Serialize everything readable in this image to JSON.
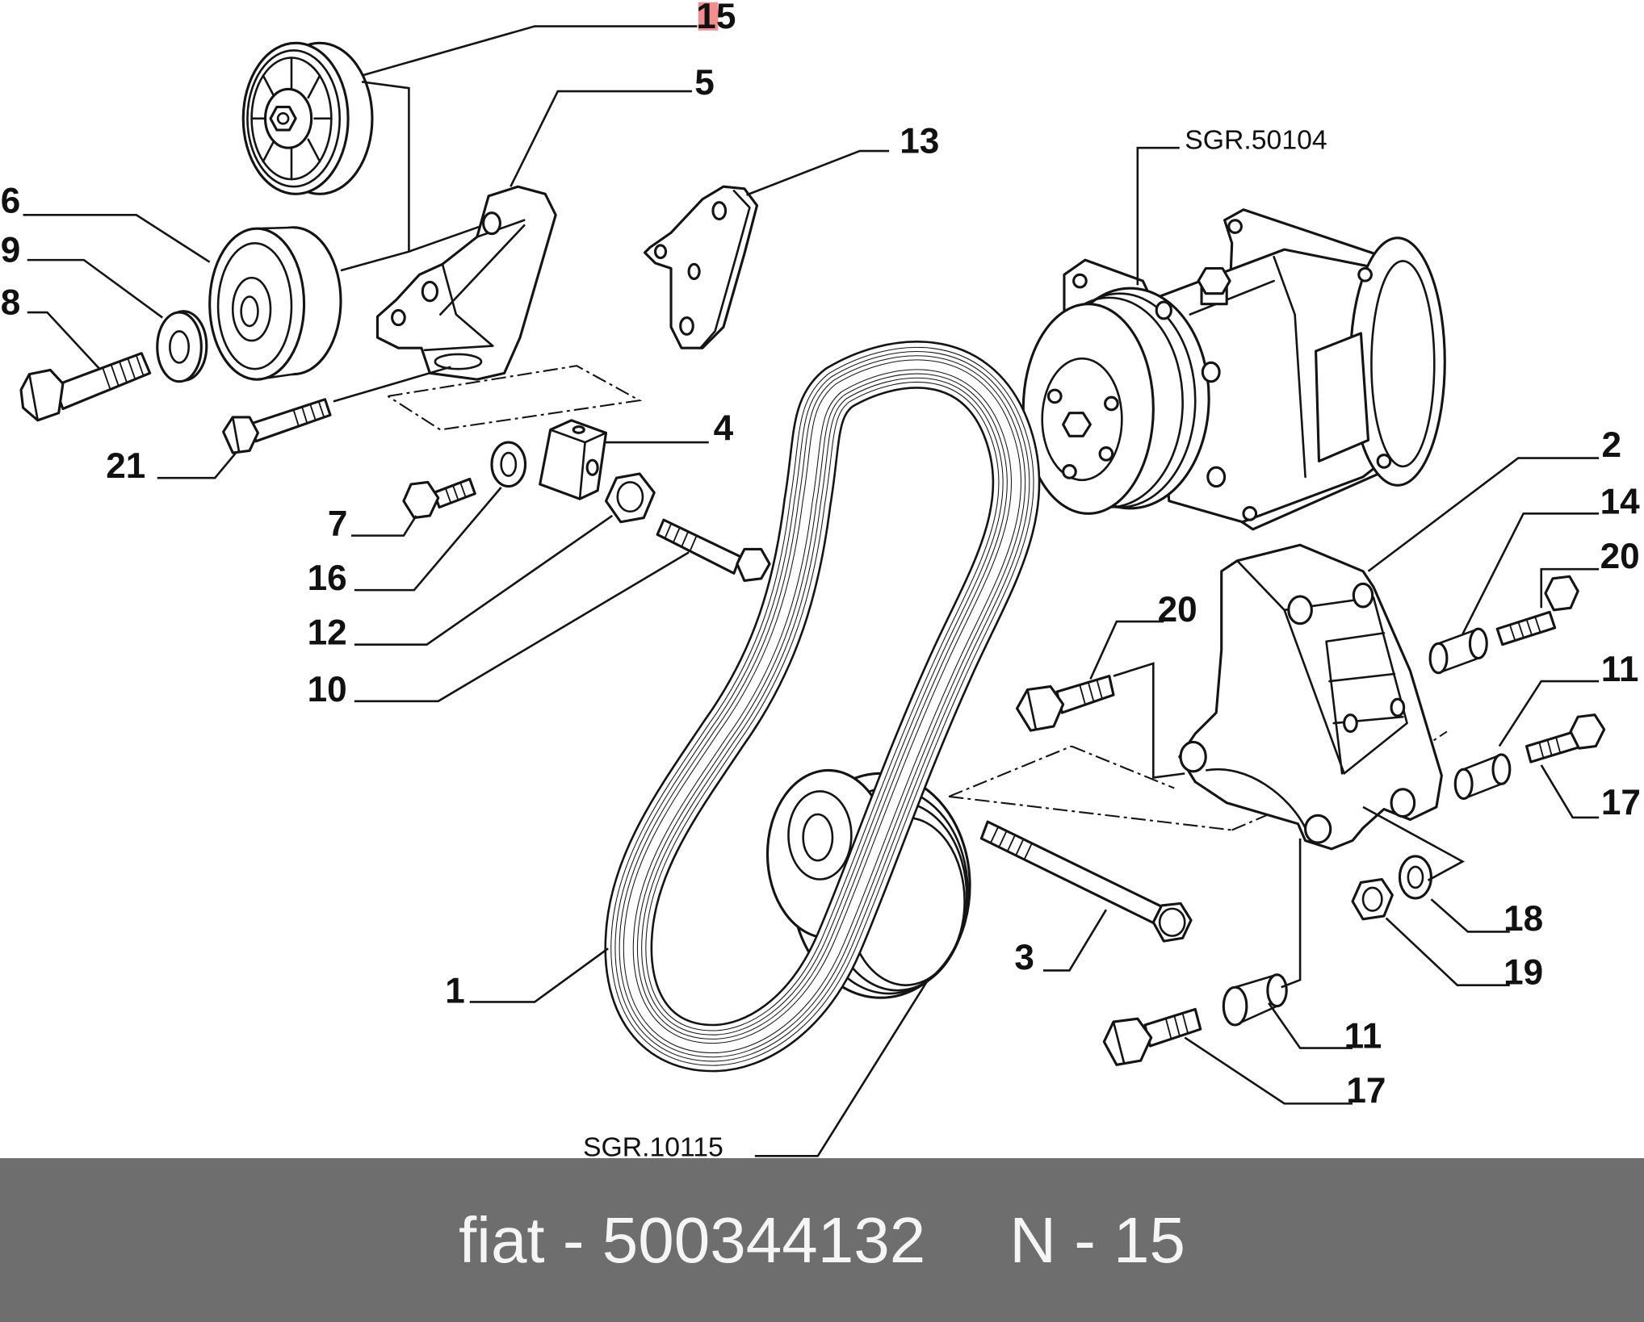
{
  "diagram": {
    "callouts": [
      "15",
      "5",
      "13",
      "6",
      "9",
      "8",
      "21",
      "4",
      "7",
      "16",
      "12",
      "10",
      "2",
      "14",
      "20",
      "20",
      "11",
      "17",
      "18",
      "19",
      "3",
      "1",
      "11",
      "17"
    ],
    "references": [
      "SGR.50104",
      "SGR.10115"
    ]
  },
  "footer": {
    "part_text": "fiat - 500344132",
    "sheet_text": "N - 15"
  },
  "colors": {
    "highlight": "#f07a7a",
    "footer_background": "#6e6e6e",
    "footer_text": "#f5f5f5"
  }
}
